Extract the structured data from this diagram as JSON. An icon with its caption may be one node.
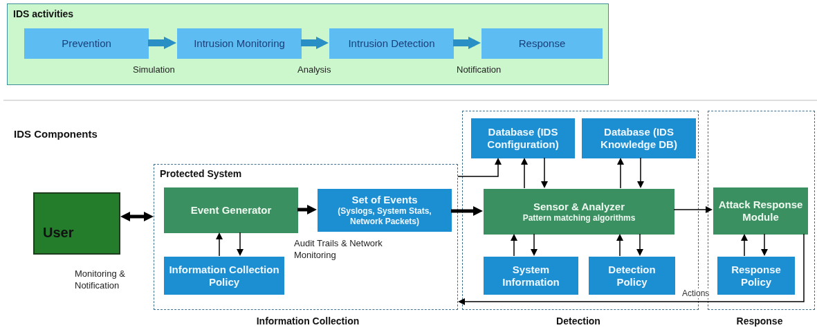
{
  "diagram": {
    "nodes": [
      {
        "text": [
          "IDS activities"
        ]
      },
      {
        "text": [
          "Prevention"
        ],
        "in": 0
      },
      {
        "text": [
          "Intrusion Monitoring"
        ],
        "in": 0
      },
      {
        "text": [
          "Intrusion Detection"
        ],
        "in": 0
      },
      {
        "text": [
          "Response"
        ],
        "in": 0
      },
      {
        "text": [
          "Protected System"
        ],
        "beside": [
          "Information Collection"
        ]
      },
      {
        "text": [
          "User"
        ]
      },
      {
        "text": [
          "Event Generator"
        ],
        "in": 5
      },
      {
        "text": [
          "Set of Events",
          "(Syslogs, System Stats, Network Packets)"
        ],
        "in": 5
      },
      {
        "text": [
          "Information Collection Policy"
        ],
        "in": 5
      },
      {
        "text": [
          "Detection"
        ]
      },
      {
        "text": [
          "Database (IDS Configuration)"
        ],
        "in": 10
      },
      {
        "text": [
          "Database (IDS Knowledge DB)"
        ],
        "in": 10
      },
      {
        "text": [
          "Sensor & Analyzer",
          "Pattern matching algorithms"
        ],
        "in": 10
      },
      {
        "text": [
          "System Information"
        ],
        "in": 10
      },
      {
        "text": [
          "Detection Policy"
        ],
        "in": 10
      },
      {
        "text": [
          "Response"
        ]
      },
      {
        "text": [
          "Attack Response Module"
        ],
        "in": 16
      },
      {
        "text": [
          "Response Policy"
        ],
        "in": 16
      }
    ],
    "edges": [
      {
        "from": 1,
        "to": 2,
        "arrow": "to",
        "style": "thick",
        "color": "#2a8fc4"
      },
      {
        "from": 2,
        "to": 3,
        "arrow": "to",
        "style": "thick",
        "color": "#2a8fc4"
      },
      {
        "from": 3,
        "to": 4,
        "arrow": "to",
        "style": "thick",
        "color": "#2a8fc4"
      },
      {
        "from": 6,
        "to": 5,
        "arrow": "both",
        "style": "thick"
      },
      {
        "from": 7,
        "to": 8,
        "arrow": "to",
        "style": "thick"
      },
      {
        "from": 9,
        "to": 7,
        "arrow": "to"
      },
      {
        "from": 7,
        "to": 9,
        "arrow": "to"
      },
      {
        "from": 8,
        "to": 13,
        "arrow": "to",
        "style": "thick"
      },
      {
        "from": 5,
        "to": 11,
        "arrow": "to"
      },
      {
        "from": 13,
        "to": 11,
        "arrow": "to"
      },
      {
        "from": 11,
        "to": 13,
        "arrow": "to"
      },
      {
        "from": 13,
        "to": 12,
        "arrow": "to"
      },
      {
        "from": 12,
        "to": 13,
        "arrow": "to"
      },
      {
        "from": 14,
        "to": 13,
        "arrow": "to"
      },
      {
        "from": 13,
        "to": 14,
        "arrow": "to"
      },
      {
        "from": 15,
        "to": 13,
        "arrow": "to"
      },
      {
        "from": 13,
        "to": 15,
        "arrow": "to"
      },
      {
        "from": 13,
        "to": 17,
        "arrow": "to"
      },
      {
        "from": 18,
        "to": 17,
        "arrow": "to"
      },
      {
        "from": 17,
        "to": 18,
        "arrow": "to"
      },
      {
        "from": 17,
        "to": 5,
        "arrow": "to",
        "label": "Actions"
      }
    ],
    "labels": [
      "Simulation",
      "Analysis",
      "Notification",
      "IDS Components",
      "Audit Trails & Network Monitoring",
      "Monitoring & Notification"
    ]
  }
}
